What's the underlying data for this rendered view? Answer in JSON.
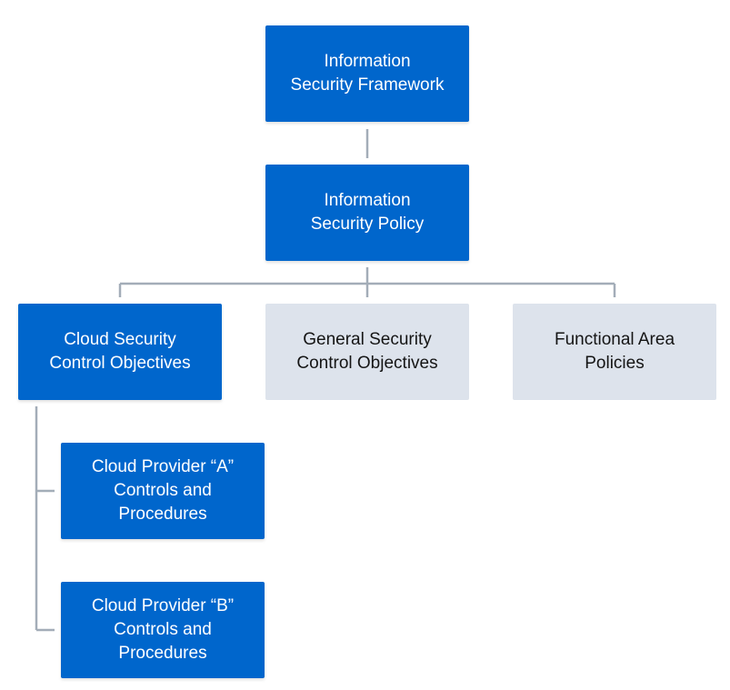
{
  "diagram": {
    "nodes": {
      "framework": {
        "label": "Information\nSecurity Framework",
        "style": "primary"
      },
      "policy": {
        "label": "Information\nSecurity Policy",
        "style": "primary"
      },
      "cloud_objectives": {
        "label": "Cloud Security\nControl Objectives",
        "style": "primary"
      },
      "general_objectives": {
        "label": "General Security\nControl Objectives",
        "style": "secondary"
      },
      "functional_policies": {
        "label": "Functional Area\nPolicies",
        "style": "secondary"
      },
      "provider_a": {
        "label": "Cloud Provider “A”\nControls and\nProcedures",
        "style": "primary"
      },
      "provider_b": {
        "label": "Cloud Provider “B”\nControls and\nProcedures",
        "style": "primary"
      }
    },
    "edges": [
      {
        "from": "framework",
        "to": "policy"
      },
      {
        "from": "policy",
        "to": "cloud_objectives"
      },
      {
        "from": "policy",
        "to": "general_objectives"
      },
      {
        "from": "policy",
        "to": "functional_policies"
      },
      {
        "from": "cloud_objectives",
        "to": "provider_a"
      },
      {
        "from": "cloud_objectives",
        "to": "provider_b"
      }
    ],
    "colors": {
      "primary_fill": "#0066cc",
      "primary_text": "#ffffff",
      "secondary_fill": "#dde3ec",
      "secondary_text": "#151515",
      "connector": "#a3adb8"
    }
  }
}
